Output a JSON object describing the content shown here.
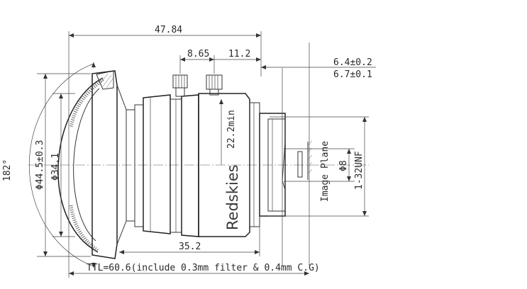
{
  "brand": "Redskies",
  "dimensions": {
    "overall_length": "47.84",
    "knob_spacing_a": "8.65",
    "knob_spacing_b": "11.2",
    "flange_a": "6.4±0.2",
    "flange_b": "6.7±0.1",
    "clear_aperture": "22.2min",
    "body_length": "35.2",
    "outer_diameter": "Φ44.5±0.3",
    "front_diameter": "Φ34.1",
    "field_angle": "182°",
    "thread_diameter": "Φ8",
    "mount_thread": "1-32UNF",
    "image_plane": "Image Plane",
    "ttl": "TTL=60.6(include 0.3mm filter & 0.4mm C.G)"
  }
}
